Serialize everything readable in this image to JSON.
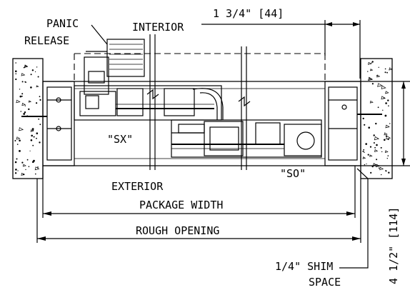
{
  "labels": {
    "panic_release_line1": "PANIC",
    "panic_release_line2": "RELEASE",
    "interior": "INTERIOR",
    "exterior": "EXTERIOR",
    "top_dimension": "1  3/4\"  [44]",
    "sx": "\"SX\"",
    "so": "\"SO\"",
    "package_width": "PACKAGE  WIDTH",
    "rough_opening": "ROUGH  OPENING",
    "shim_line1": "1/4\"  SHIM",
    "shim_line2": "SPACE",
    "side_dimension": "4  1/2\"  [114]"
  }
}
